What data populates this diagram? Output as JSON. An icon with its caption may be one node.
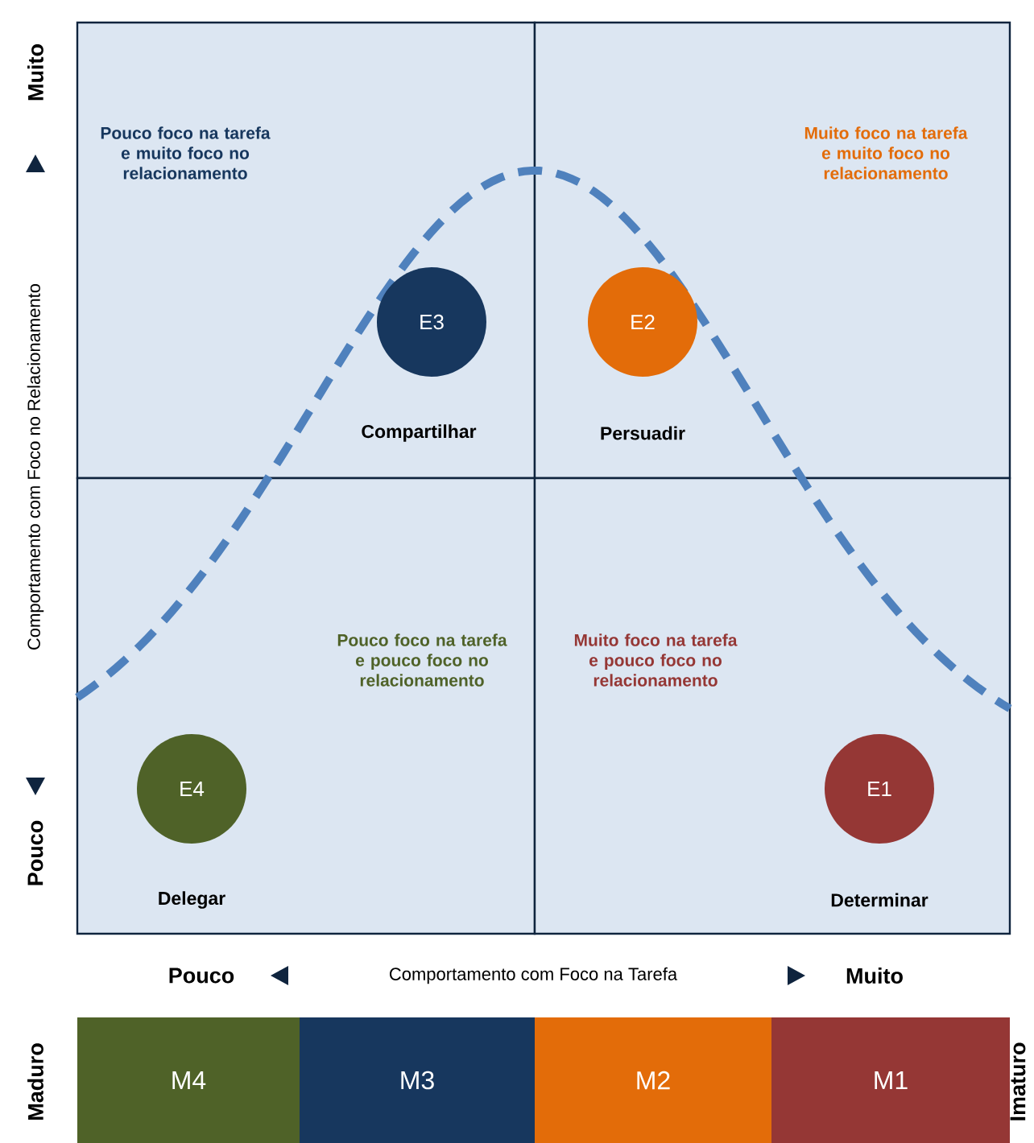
{
  "diagram": {
    "nodes": [
      {
        "text": [
          "Pouco foco na tarefa e muito foco no relacionamento"
        ]
      },
      {
        "text": [
          "E3"
        ],
        "in": 0,
        "beside": [
          "Compartilhar"
        ]
      },
      {
        "text": [
          "Muito foco na tarefa e muito foco no relacionamento"
        ]
      },
      {
        "text": [
          "E2"
        ],
        "in": 2,
        "beside": [
          "Persuadir"
        ]
      },
      {
        "text": [
          "Pouco foco na tarefa e pouco foco no relacionamento"
        ]
      },
      {
        "text": [
          "E4"
        ],
        "in": 4,
        "beside": [
          "Delegar"
        ]
      },
      {
        "text": [
          "Muito foco na tarefa e pouco foco no relacionamento"
        ]
      },
      {
        "text": [
          "E1"
        ],
        "in": 6,
        "beside": [
          "Determinar"
        ]
      },
      {
        "text": [
          "M4"
        ]
      },
      {
        "text": [
          "M3"
        ]
      },
      {
        "text": [
          "M2"
        ]
      },
      {
        "text": [
          "M1"
        ]
      }
    ],
    "labels": [
      "Muito",
      "Comportamento com Foco no Relacionamento",
      "Pouco",
      "Pouco",
      "Comportamento com Foco na Tarefa",
      "Muito",
      "Maduro",
      "Imaturo"
    ]
  }
}
